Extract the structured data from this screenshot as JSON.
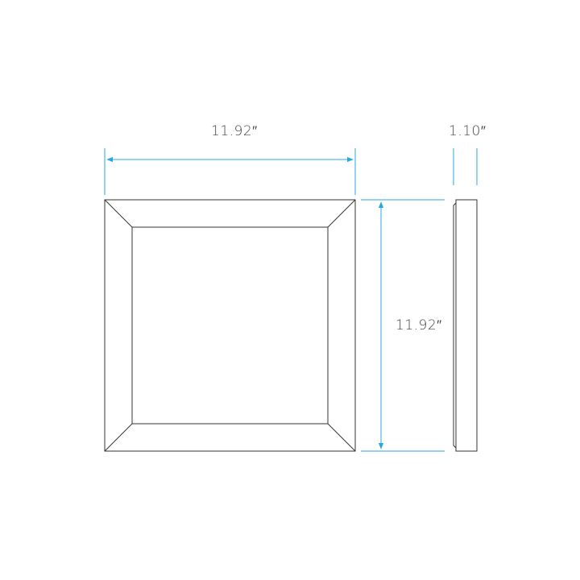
{
  "dimensions": {
    "width_label": "11.92″",
    "height_label": "11.92″",
    "depth_label": "1.10″"
  },
  "colors": {
    "dimension_line": "#29a8e0",
    "outline": "#333333"
  }
}
